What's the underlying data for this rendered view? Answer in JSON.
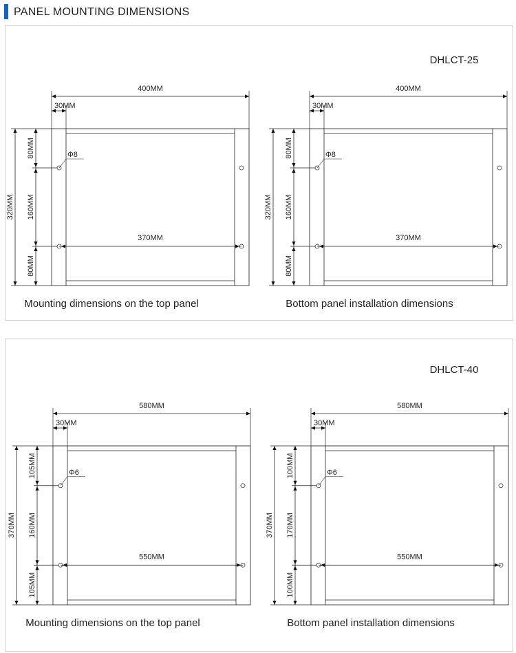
{
  "header": {
    "title": "PANEL MOUNTING DIMENSIONS",
    "accent": "#1565b6"
  },
  "sections": [
    {
      "model": "DHLCT-25",
      "diagrams": [
        {
          "caption": "Mounting dimensions on the top panel",
          "width": "400MM",
          "margin": "30MM",
          "hole": "Φ8",
          "spacing": "370MM",
          "height": "320MM",
          "v1": "80MM",
          "v2": "160MM",
          "v3": "80MM"
        },
        {
          "caption": "Bottom panel installation dimensions",
          "width": "400MM",
          "margin": "30MM",
          "hole": "Φ8",
          "spacing": "370MM",
          "height": "320MM",
          "v1": "80MM",
          "v2": "160MM",
          "v3": "80MM"
        }
      ]
    },
    {
      "model": "DHLCT-40",
      "diagrams": [
        {
          "caption": "Mounting dimensions on the top panel",
          "width": "580MM",
          "margin": "30MM",
          "hole": "Φ6",
          "spacing": "550MM",
          "height": "370MM",
          "v1": "105MM",
          "v2": "160MM",
          "v3": "105MM"
        },
        {
          "caption": "Bottom panel installation dimensions",
          "width": "580MM",
          "margin": "30MM",
          "hole": "Φ6",
          "spacing": "550MM",
          "height": "370MM",
          "v1": "100MM",
          "v2": "170MM",
          "v3": "100MM"
        }
      ]
    }
  ]
}
